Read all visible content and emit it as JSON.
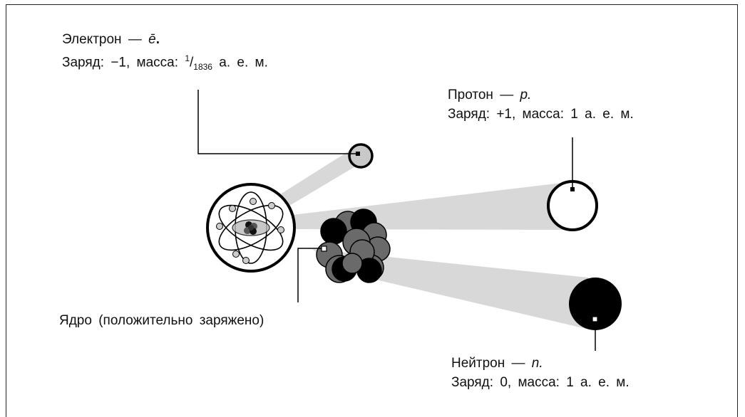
{
  "electron": {
    "line1_name": "Электрон",
    "line1_dash": "—",
    "symbol": "ē",
    "line1_end": ".",
    "charge_prefix": "Заряд: −1, масса:",
    "mass_num": "1",
    "mass_slash": "/",
    "mass_den": "1836",
    "mass_unit": "а. е. м."
  },
  "proton": {
    "line1_name": "Протон",
    "line1_dash": "—",
    "symbol": "p.",
    "line2": "Заряд: +1, масса: 1 а. е. м."
  },
  "neutron": {
    "line1_name": "Нейтрон",
    "line1_dash": "—",
    "symbol": "n.",
    "line2": "Заряд: 0, масса: 1 а. е. м."
  },
  "nucleus": {
    "label": "Ядро (положительно заряжено)"
  },
  "colors": {
    "beam": "#d8d8d8",
    "proton_fill": "#ffffff",
    "neutron_fill": "#000000",
    "nucleon_gray": "#6a6a6a",
    "electron_fill": "#c8c8c8",
    "line": "#000000"
  }
}
